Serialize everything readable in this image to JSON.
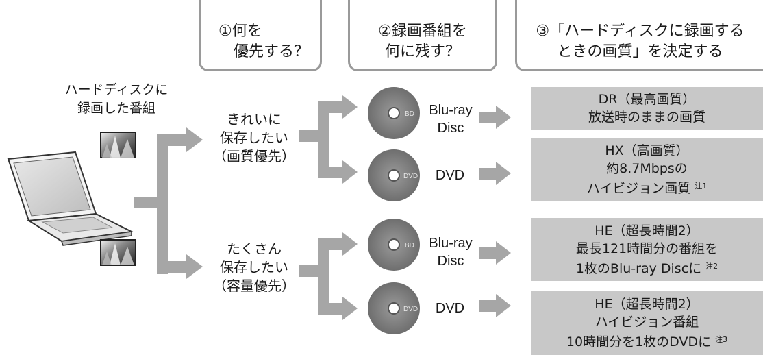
{
  "headers": {
    "step1": [
      "①何を",
      "優先する？"
    ],
    "step2": [
      "②録画番組を",
      "何に残す？"
    ],
    "step3": [
      "③「ハードディスクに録画する",
      "ときの画質」を決定する"
    ]
  },
  "source": [
    "ハードディスクに",
    "録画した番組"
  ],
  "priorities": {
    "quality": [
      "きれいに",
      "保存したい",
      "（画質優先）"
    ],
    "capacity": [
      "たくさん",
      "保存したい",
      "（容量優先）"
    ]
  },
  "discs": {
    "bd_icon_text": "BD",
    "dvd_icon_text": "DVD",
    "bluray_label": [
      "Blu-ray",
      "Disc"
    ],
    "dvd_label": "DVD"
  },
  "results": {
    "dr": [
      "DR（最高画質）",
      "放送時のままの画質"
    ],
    "hx": [
      "HX（高画質）",
      "約8.7Mbpsの",
      "ハイビジョン画質"
    ],
    "hx_note": "注1",
    "he_bd": [
      "HE（超長時間2）",
      "最長121時間分の番組を",
      "1枚のBlu-ray Discに"
    ],
    "he_bd_note": "注2",
    "he_dvd": [
      "HE（超長時間2）",
      "ハイビジョン番組",
      "10時間分を1枚のDVDに"
    ],
    "he_dvd_note": "注3"
  },
  "colors": {
    "arrow": "#a6a6a6",
    "result_box": "#c8c8c8",
    "header_border": "#9a9a9a",
    "disc": "#7a7a7a"
  }
}
